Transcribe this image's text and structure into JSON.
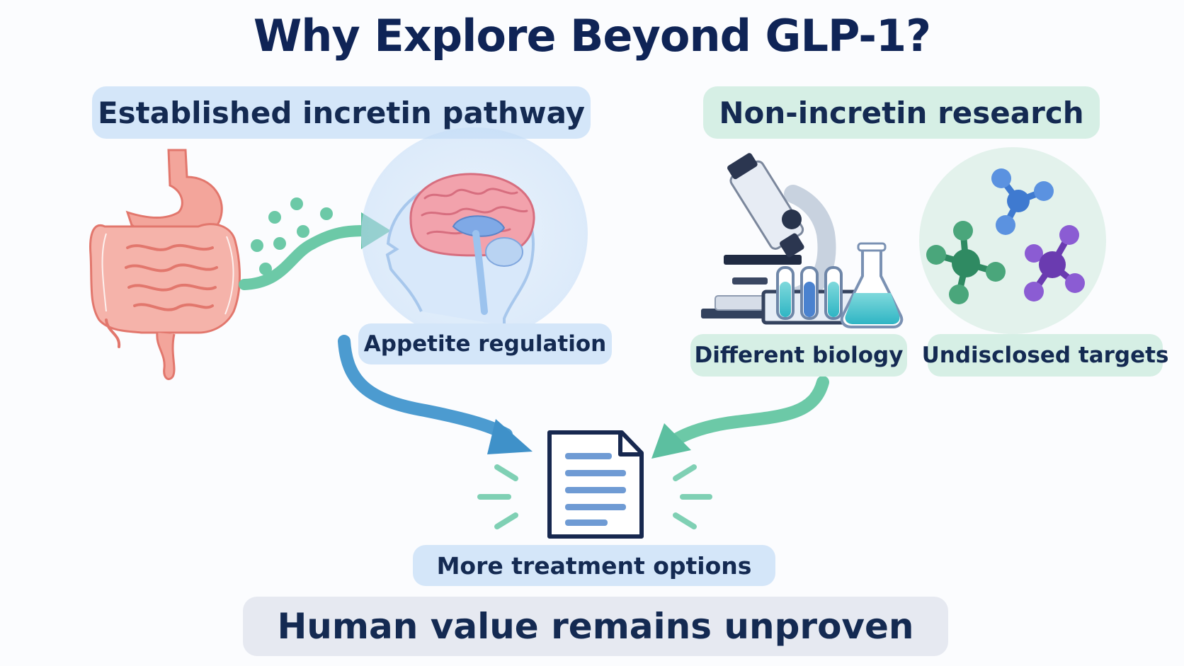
{
  "title": "Why Explore Beyond GLP-1?",
  "sections": {
    "left_header": "Established incretin pathway",
    "right_header": "Non-incretin research"
  },
  "labels": {
    "appetite": "Appetite regulation",
    "biology": "Different biology",
    "targets": "Undisclosed targets",
    "options": "More treatment options",
    "bottom": "Human value remains unproven"
  },
  "colors": {
    "title": "#0f2456",
    "blue_pill": "#d4e6f9",
    "green_pill": "#d6efe5",
    "gray_pill": "#e6e9f1",
    "blue_arrow": "#3f91c9",
    "green_arrow": "#5cbfa0",
    "gut": "#ef8a80",
    "brain": "#f09aa4"
  },
  "icons": [
    "gut-icon",
    "brain-head-icon",
    "microscope-icon",
    "test-tubes-icon",
    "flask-icon",
    "molecules-icon",
    "document-icon"
  ]
}
